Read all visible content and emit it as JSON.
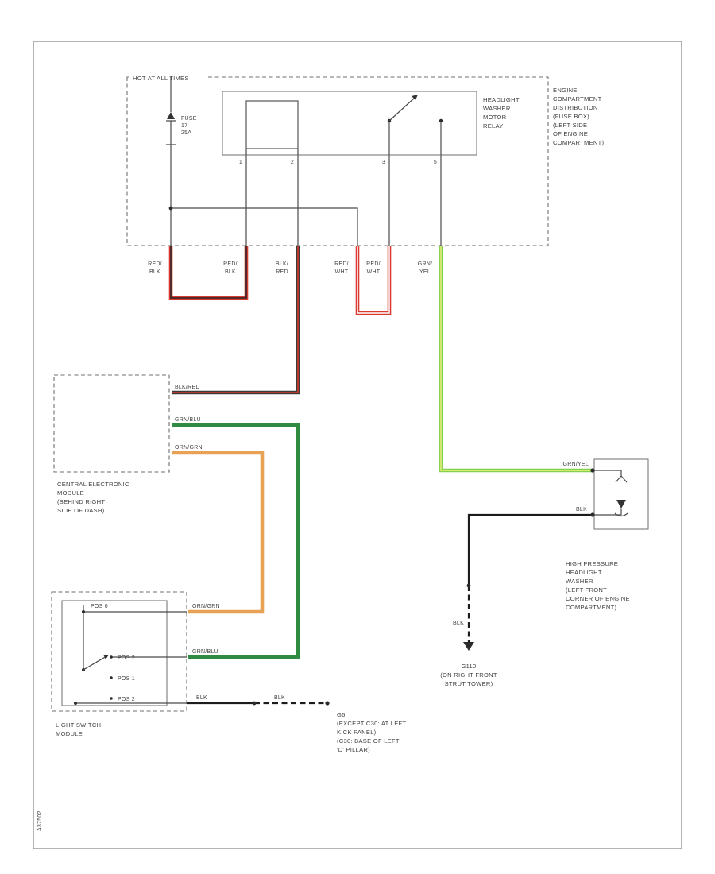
{
  "diagram": {
    "code": "A37502",
    "colors": {
      "red": "#d93a31",
      "black_red": "#7c2b25",
      "green": "#2e8b3f",
      "green_yellow": "#85d14e",
      "orange": "#e7a256",
      "black": "#1c1c1c"
    },
    "fuse_box": {
      "hot_label": "HOT AT ALL TIMES",
      "title": [
        "ENGINE",
        "COMPARTMENT",
        "DISTRIBUTION",
        "(FUSE BOX)",
        "(LEFT SIDE",
        "OF ENGINE",
        "COMPARTMENT)"
      ],
      "fuse": [
        "FUSE",
        "17",
        "25A"
      ],
      "relay_label": [
        "HEADLIGHT",
        "WASHER",
        "MOTOR",
        "RELAY"
      ],
      "relay_pins": [
        "1",
        "2",
        "3",
        "5"
      ]
    },
    "drops": [
      [
        "RED/",
        "BLK"
      ],
      [
        "RED/",
        "BLK"
      ],
      [
        "BLK/",
        "RED"
      ],
      [
        "RED/",
        "WHT"
      ],
      [
        "RED/",
        "WHT"
      ],
      [
        "GRN/",
        "YEL"
      ]
    ],
    "cem": {
      "label": [
        "CENTRAL ELECTRONIC",
        "MODULE",
        "(BEHIND RIGHT",
        "SIDE OF DASH)"
      ],
      "stubs": [
        "BLK/RED",
        "GRN/BLU",
        "ORN/GRN"
      ]
    },
    "light_switch": {
      "label": [
        "LIGHT SWITCH",
        "MODULE"
      ],
      "positions": [
        "POS 0",
        "POS 2",
        "POS 1",
        "POS 2"
      ],
      "stubs": [
        "ORN/GRN",
        "GRN/BLU",
        "BLK"
      ]
    },
    "washer": {
      "label": [
        "HIGH PRESSURE",
        "HEADLIGHT",
        "WASHER",
        "(LEFT FRONT",
        "CORNER OF ENGINE",
        "COMPARTMENT)"
      ],
      "wire_in": "GRN/YEL",
      "wire_out": "BLK"
    },
    "grounds": {
      "g110": [
        "G110",
        "(ON RIGHT FRONT",
        "STRUT TOWER)"
      ],
      "g110_wire": "BLK",
      "g6": [
        "G6",
        "(EXCEPT C30: AT LEFT",
        "KICK PANEL)",
        "(C30: BASE OF LEFT",
        "'D' PILLAR)"
      ],
      "g6_wire": "BLK"
    }
  }
}
